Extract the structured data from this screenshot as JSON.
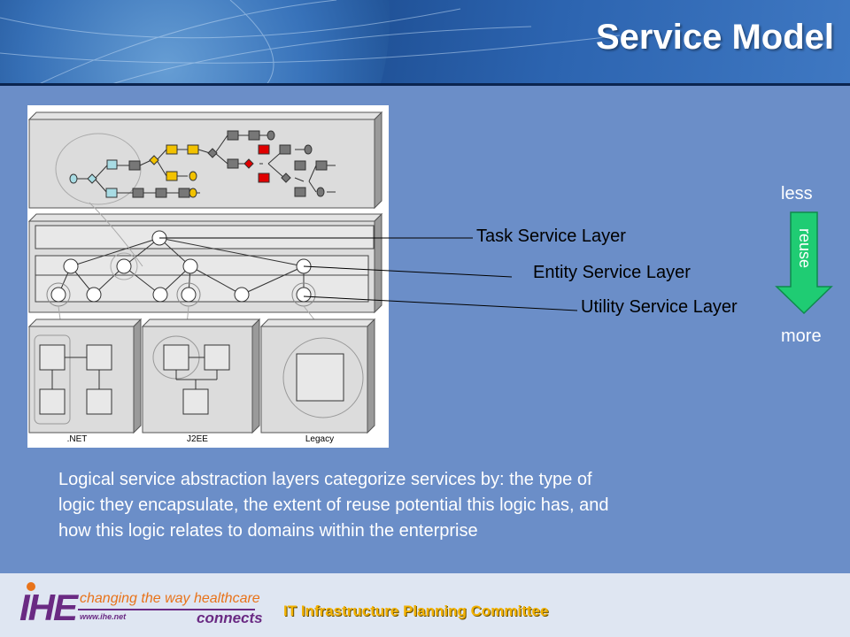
{
  "slide": {
    "title": "Service Model"
  },
  "figure": {
    "platforms": [
      ".NET",
      "J2EE",
      "Legacy"
    ]
  },
  "layers": {
    "task": "Task Service Layer",
    "entity": "Entity Service Layer",
    "utility": "Utility Service Layer"
  },
  "reuse_arrow": {
    "top": "less",
    "label": "reuse",
    "bottom": "more",
    "color": "#1fcc73"
  },
  "caption": "Logical service abstraction layers categorize services by: the type of logic they encapsulate, the extent of reuse potential this logic has, and how this logic relates to domains within the enterprise",
  "footer": {
    "committee": "IT Infrastructure Planning Committee",
    "logo_mark": "IHE",
    "logo_tagline": "changing the way healthcare",
    "logo_url": "www.ihe.net",
    "logo_connects": "connects"
  }
}
